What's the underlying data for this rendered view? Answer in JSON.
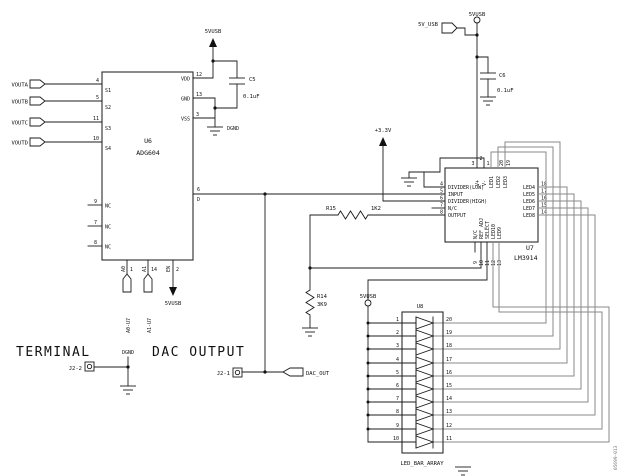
{
  "titles": {
    "terminal": "TERMINAL",
    "dac_output": "DAC OUTPUT"
  },
  "fig_number": "05699-013",
  "nets": {
    "vusb": "5VUSB",
    "v5_usb": "5V_USB",
    "v33": "+3.3V",
    "dgnd": "DGND"
  },
  "inputs": [
    "VOUTA",
    "VOUTB",
    "VOUTC",
    "VOUTD"
  ],
  "connectors": {
    "j2_2": "J2-2",
    "j2_1": "J2-1"
  },
  "tags": {
    "a0": "A0-U7",
    "a1": "A1-U7",
    "dac_out": "DAC_OUT"
  },
  "capacitors": [
    {
      "ref": "C5",
      "value": "0.1uF"
    },
    {
      "ref": "C6",
      "value": "0.1uF"
    }
  ],
  "resistors": [
    {
      "ref": "R15",
      "value": "1K2"
    },
    {
      "ref": "R14",
      "value": "3K9"
    }
  ],
  "u6": {
    "ref": "U6",
    "part": "ADG604",
    "left_pins": [
      {
        "num": "4",
        "name": "S1"
      },
      {
        "num": "5",
        "name": "S2"
      },
      {
        "num": "11",
        "name": "S3"
      },
      {
        "num": "10",
        "name": "S4"
      }
    ],
    "nc_pins": [
      {
        "num": "9",
        "name": "NC"
      },
      {
        "num": "7",
        "name": "NC"
      },
      {
        "num": "8",
        "name": "NC"
      }
    ],
    "right_pins": [
      {
        "num": "12",
        "name": "VDD"
      },
      {
        "num": "13",
        "name": "GND"
      },
      {
        "num": "3",
        "name": "VSS"
      },
      {
        "num": "6",
        "name": "D"
      }
    ],
    "bottom_pins": [
      {
        "num": "1",
        "name": "A0"
      },
      {
        "num": "14",
        "name": "A1"
      },
      {
        "num": "2",
        "name": "EN"
      }
    ]
  },
  "u7": {
    "ref": "U7",
    "part": "LM3914",
    "top_pins": [
      {
        "num": "3",
        "name": "V+"
      },
      {
        "num": "2",
        "name": "V-"
      },
      {
        "num": "1",
        "name": "LED1"
      },
      {
        "num": "20",
        "name": "LED2"
      },
      {
        "num": "19",
        "name": "LED3"
      }
    ],
    "left_pins": [
      {
        "num": "4",
        "name": "DIVIDER(LOW)"
      },
      {
        "num": "5",
        "name": "INPUT"
      },
      {
        "num": "6",
        "name": "DIVIDER(HIGH)"
      },
      {
        "num": "7",
        "name": "N/C"
      },
      {
        "num": "8",
        "name": "OUTPUT"
      }
    ],
    "right_pins": [
      {
        "num": "18",
        "name": "LED4"
      },
      {
        "num": "17",
        "name": "LED5"
      },
      {
        "num": "16",
        "name": "LED6"
      },
      {
        "num": "15",
        "name": "LED7"
      },
      {
        "num": "14",
        "name": "LED8"
      }
    ],
    "bottom_pins": [
      {
        "num": "9",
        "name": "N/C"
      },
      {
        "num": "10",
        "name": "REF_ADJ"
      },
      {
        "num": "11",
        "name": "SELECT"
      },
      {
        "num": "12",
        "name": "LED10"
      },
      {
        "num": "13",
        "name": "LED9"
      }
    ]
  },
  "u8": {
    "ref": "U8",
    "part": "LED_BAR_ARRAY",
    "left_pins": [
      "1",
      "2",
      "3",
      "4",
      "5",
      "6",
      "7",
      "8",
      "9",
      "10"
    ],
    "right_pins": [
      "20",
      "19",
      "18",
      "17",
      "16",
      "15",
      "14",
      "13",
      "12",
      "11"
    ]
  }
}
